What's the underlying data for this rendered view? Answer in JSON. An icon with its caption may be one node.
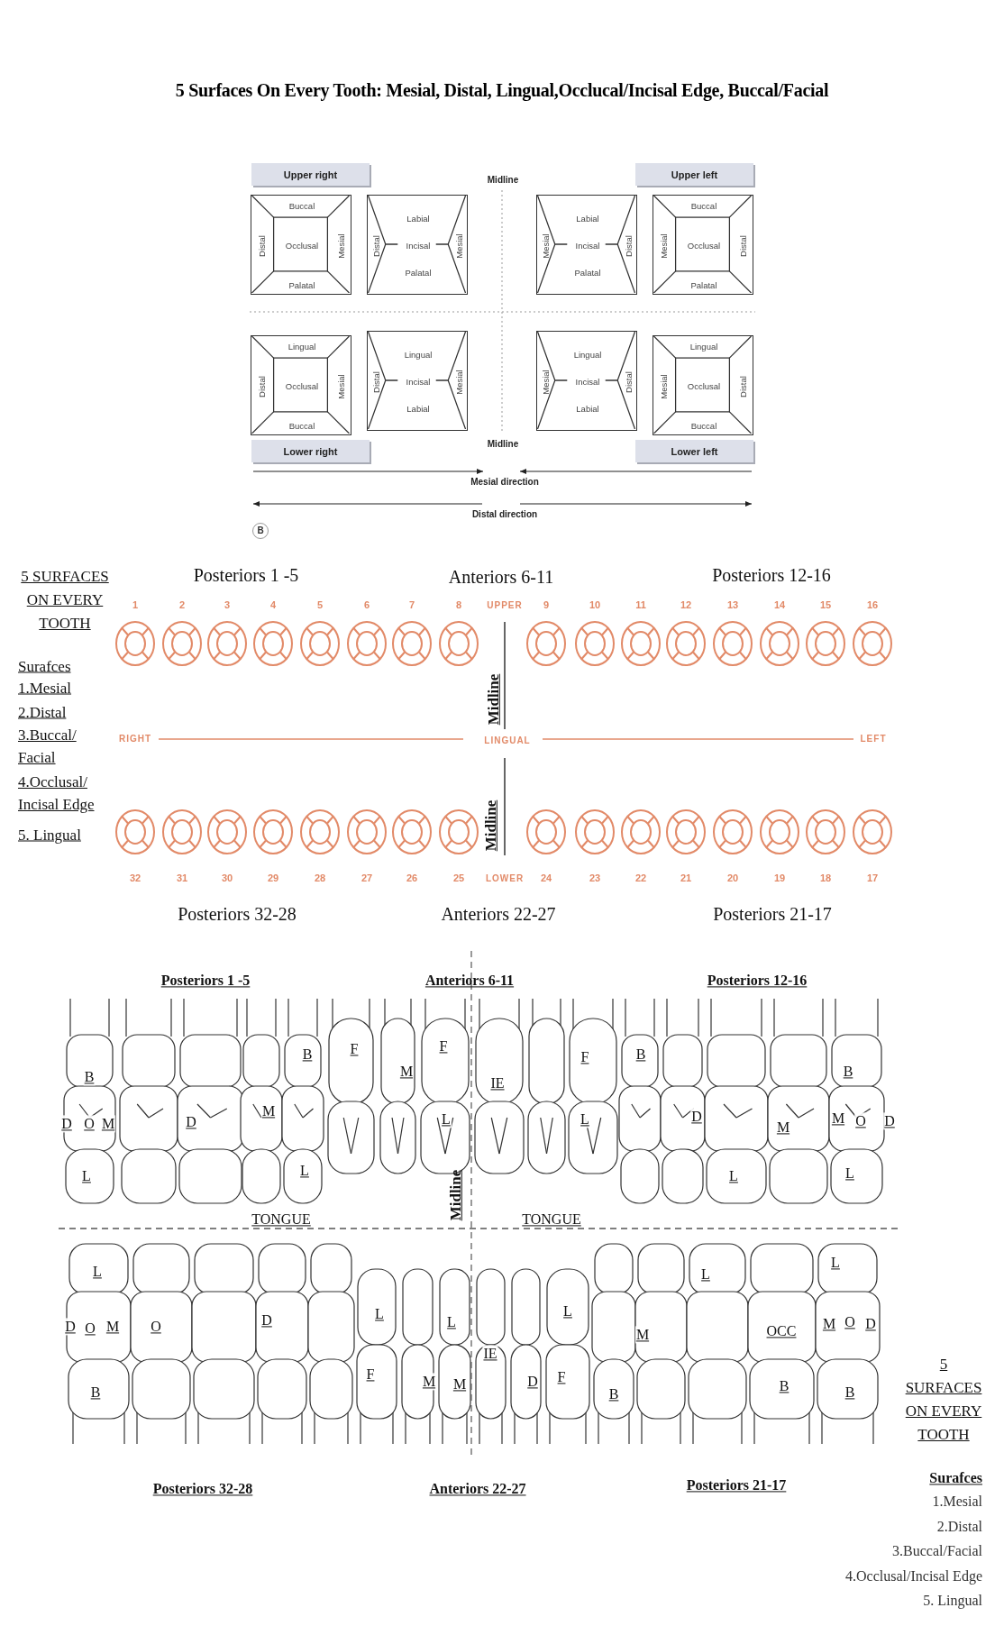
{
  "diagram": {
    "title": "5 Surfaces On Every Tooth: Mesial, Distal, Lingual,Occlucal/Incisal Edge, Buccal/Facial",
    "nodes": [
      {
        "text": [
          "Upper right"
        ]
      },
      {
        "text": [
          "Upper left"
        ]
      },
      {
        "text": [
          "Buccal",
          "Distal",
          "Occlusal",
          "Mesial",
          "Palatal"
        ]
      },
      {
        "text": [
          "Labial",
          "Distal",
          "Incisal",
          "Mesial",
          "Palatal"
        ]
      },
      {
        "text": [
          "Labial",
          "Mesial",
          "Incisal",
          "Distal",
          "Palatal"
        ]
      },
      {
        "text": [
          "Buccal",
          "Mesial",
          "Occlusal",
          "Distal",
          "Palatal"
        ]
      },
      {
        "text": [
          "Lingual",
          "Distal",
          "Occlusal",
          "Mesial",
          "Buccal"
        ]
      },
      {
        "text": [
          "Lingual",
          "Distal",
          "Incisal",
          "Mesial",
          "Labial"
        ]
      },
      {
        "text": [
          "Lingual",
          "Mesial",
          "Incisal",
          "Distal",
          "Labial"
        ]
      },
      {
        "text": [
          "Lingual",
          "Mesial",
          "Occlusal",
          "Distal",
          "Buccal"
        ]
      },
      {
        "text": [
          "Lower right"
        ]
      },
      {
        "text": [
          "Lower left"
        ]
      }
    ],
    "labels": [
      "Midline",
      "Midline",
      "Mesial direction",
      "Distal direction",
      "B",
      "5 SURFACES ON EVERY TOOTH",
      "Surafces",
      "1.Mesial",
      "2.Distal",
      "3.Buccal/ Facial",
      "4.Occlusal/ Incisal Edge",
      "5. Lingual",
      "Posteriors 1 -5",
      "Anteriors 6-11",
      "Posteriors 12-16",
      "1",
      "2",
      "3",
      "4",
      "5",
      "6",
      "7",
      "8",
      "UPPER",
      "9",
      "10",
      "11",
      "12",
      "13",
      "14",
      "15",
      "16",
      "Midline",
      "RIGHT",
      "LINGUAL",
      "LEFT",
      "Midline",
      "32",
      "31",
      "30",
      "29",
      "28",
      "27",
      "26",
      "25",
      "LOWER",
      "24",
      "23",
      "22",
      "21",
      "20",
      "19",
      "18",
      "17",
      "Posteriors 32-28",
      "Anteriors 22-27",
      "Posteriors 21-17",
      "Posteriors 1 -5",
      "Anteriors 6-11",
      "Posteriors 12-16",
      "B",
      "B",
      "F",
      "M",
      "F",
      "IE",
      "F",
      "B",
      "B",
      "D",
      "O",
      "M",
      "D",
      "M",
      "L",
      "L",
      "D",
      "M",
      "M",
      "O",
      "D",
      "L",
      "L",
      "L",
      "L",
      "Midline",
      "TONGUE",
      "TONGUE",
      "L",
      "L",
      "L",
      "D",
      "O",
      "M",
      "O",
      "D",
      "L",
      "L",
      "L",
      "M",
      "OCC",
      "M",
      "O",
      "D",
      "IE",
      "B",
      "F",
      "M",
      "M",
      "D",
      "F",
      "B",
      "B",
      "B",
      "Posteriors 32-28",
      "Anteriors 22-27",
      "Posteriors 21-17",
      "5 SURFACES ON EVERY TOOTH",
      "Surafces",
      "1.Mesial",
      "2.Distal",
      "3.Buccal/Facial",
      "4.Occlusal/Incisal Edge",
      "5. Lingual"
    ]
  }
}
